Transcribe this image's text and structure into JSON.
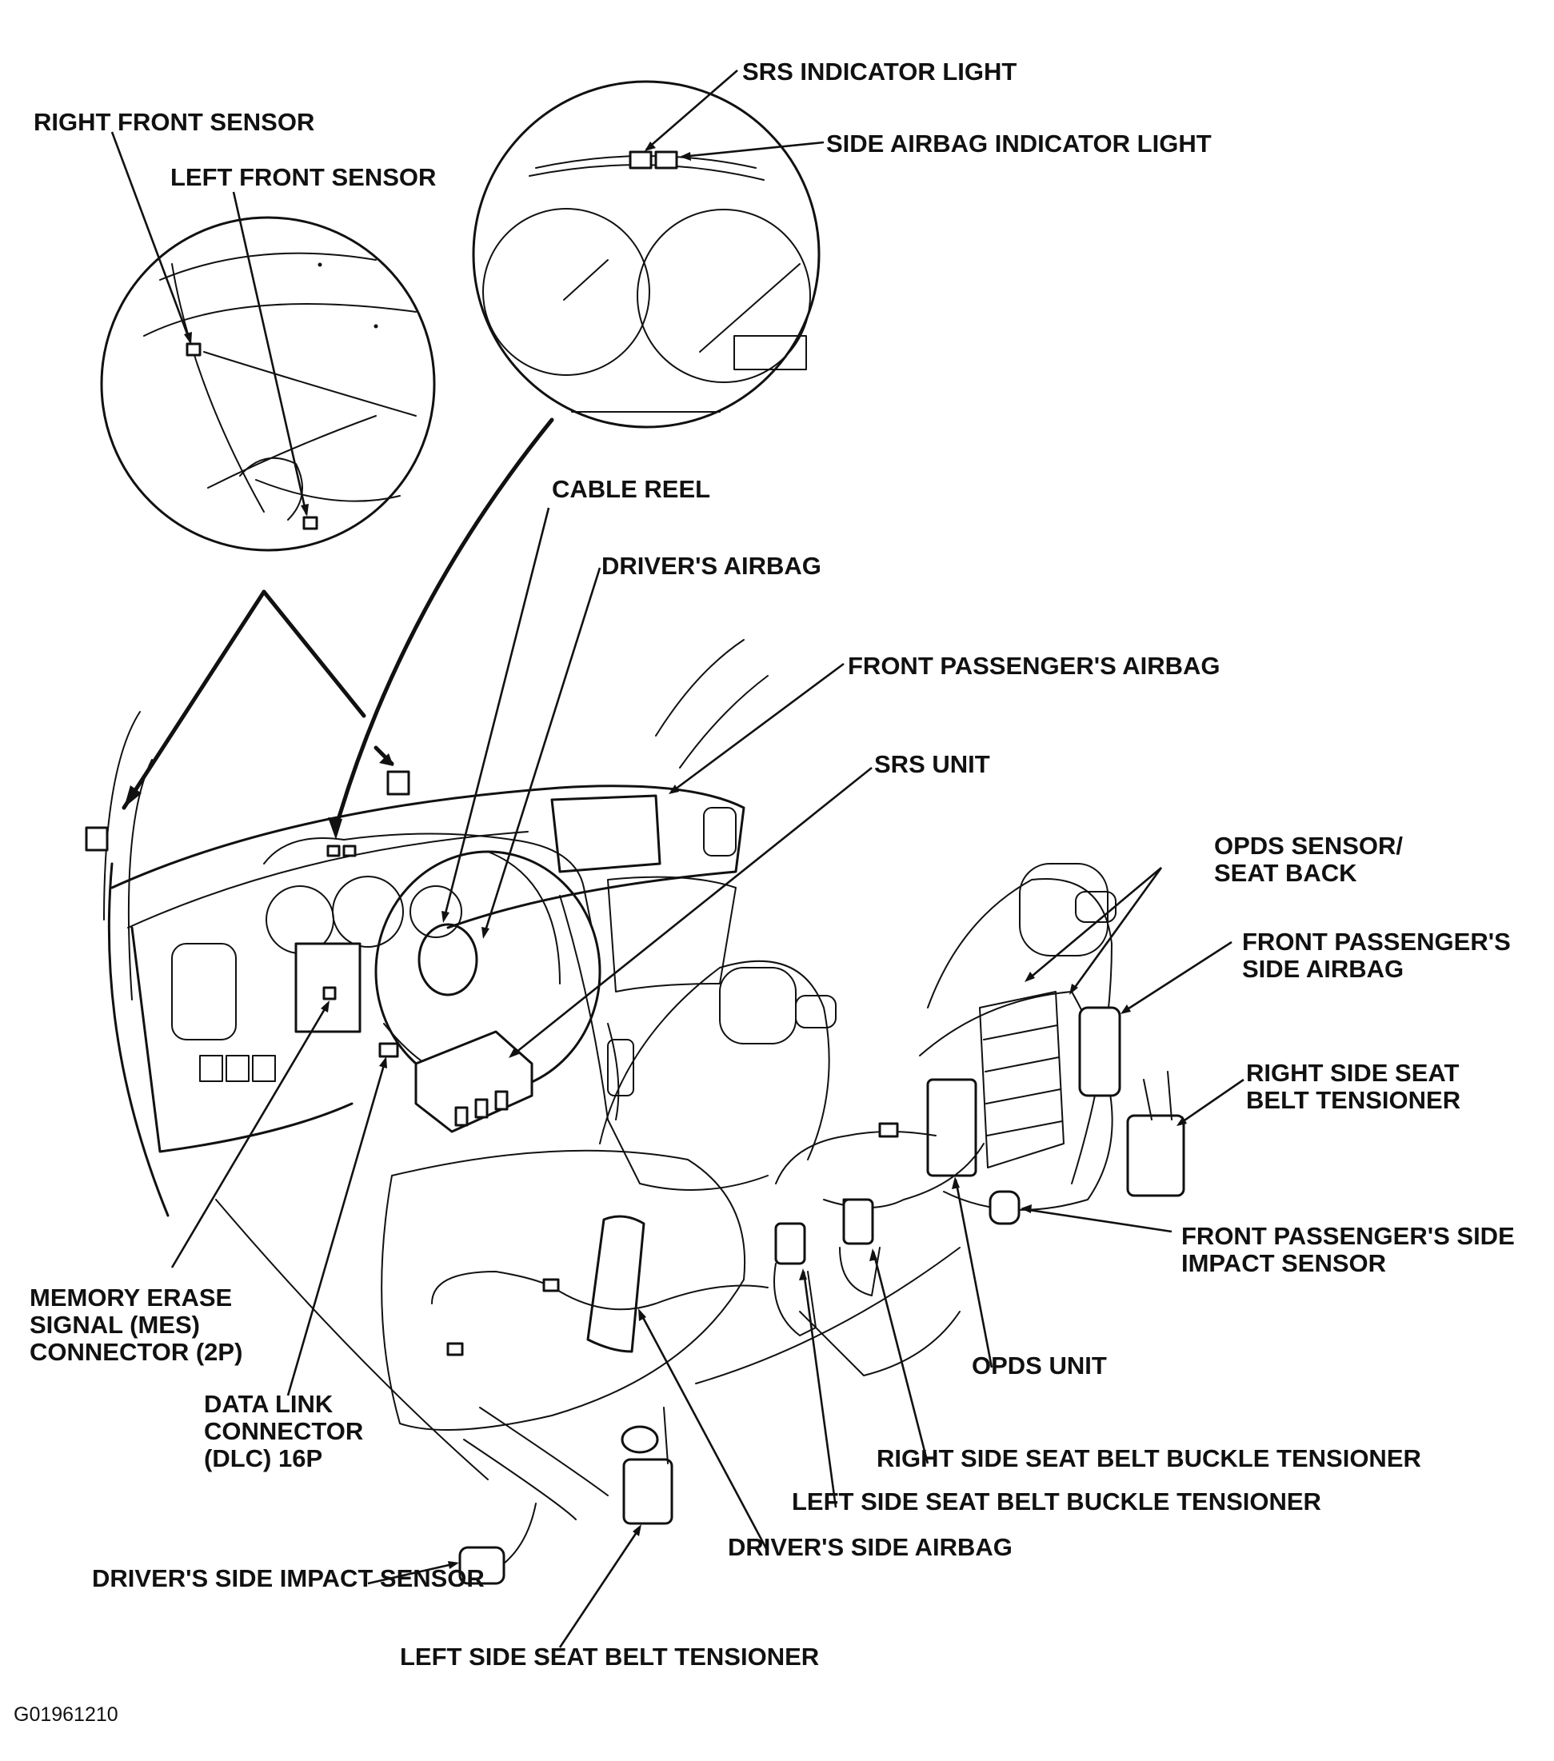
{
  "labels": {
    "srs_indicator_light": "SRS INDICATOR LIGHT",
    "side_airbag_indicator_light": "SIDE AIRBAG INDICATOR LIGHT",
    "right_front_sensor": "RIGHT FRONT SENSOR",
    "left_front_sensor": "LEFT FRONT SENSOR",
    "cable_reel": "CABLE REEL",
    "drivers_airbag": "DRIVER'S AIRBAG",
    "front_passengers_airbag": "FRONT PASSENGER'S AIRBAG",
    "srs_unit": "SRS UNIT",
    "opds_sensor_seat_back": [
      "OPDS SENSOR/",
      "SEAT BACK"
    ],
    "front_passengers_side_airbag": [
      "FRONT PASSENGER'S",
      "SIDE AIRBAG"
    ],
    "right_side_seat_belt_tensioner": [
      "RIGHT SIDE SEAT",
      "BELT TENSIONER"
    ],
    "front_passengers_side_impact_sensor": [
      "FRONT PASSENGER'S SIDE",
      "IMPACT SENSOR"
    ],
    "memory_erase_signal_connector": [
      "MEMORY ERASE",
      "SIGNAL (MES)",
      "CONNECTOR (2P)"
    ],
    "opds_unit": "OPDS UNIT",
    "data_link_connector": [
      "DATA LINK",
      "CONNECTOR",
      "(DLC) 16P"
    ],
    "right_side_seat_belt_buckle_tensioner": "RIGHT SIDE SEAT BELT BUCKLE TENSIONER",
    "left_side_seat_belt_buckle_tensioner": "LEFT SIDE SEAT BELT BUCKLE TENSIONER",
    "drivers_side_airbag": "DRIVER'S SIDE AIRBAG",
    "drivers_side_impact_sensor": "DRIVER'S SIDE IMPACT SENSOR",
    "left_side_seat_belt_tensioner": "LEFT SIDE SEAT BELT TENSIONER"
  },
  "figure_id": "G01961210",
  "colors": {
    "ink": "#111111",
    "paper": "#ffffff"
  }
}
